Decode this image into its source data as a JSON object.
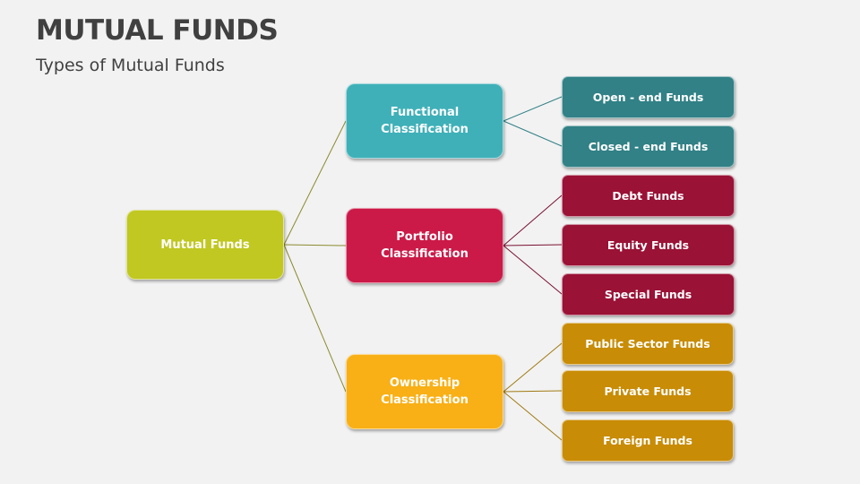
{
  "title": "MUTUAL FUNDS",
  "subtitle": "Types of Mutual Funds",
  "colors": {
    "root": "#c0c821",
    "functional": "#3fb0b8",
    "portfolio": "#cb1a48",
    "ownership": "#f8b016",
    "functional_leaf": "#318186",
    "portfolio_leaf": "#9a1236",
    "ownership_leaf": "#c88c06"
  },
  "root": {
    "label": "Mutual Funds"
  },
  "categories": [
    {
      "label": "Functional\nClassification",
      "children": [
        "Open - end Funds",
        "Closed - end Funds"
      ]
    },
    {
      "label": "Portfolio\nClassification",
      "children": [
        "Debt Funds",
        "Equity Funds",
        "Special Funds"
      ]
    },
    {
      "label": "Ownership\nClassification",
      "children": [
        "Public Sector Funds",
        "Private Funds",
        "Foreign Funds"
      ]
    }
  ]
}
